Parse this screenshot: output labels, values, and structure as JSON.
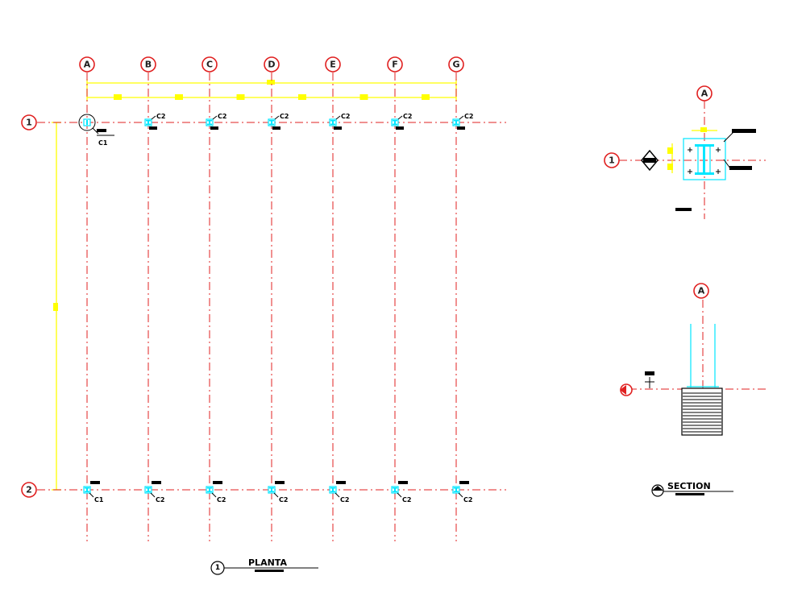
{
  "plan": {
    "grid_columns": [
      "A",
      "B",
      "C",
      "D",
      "E",
      "F",
      "G"
    ],
    "grid_rows": [
      "1",
      "2"
    ],
    "top_row_tags": [
      "C1",
      "C2",
      "C2",
      "C2",
      "C2",
      "C2",
      "C2"
    ],
    "bottom_row_tags": [
      "C1",
      "C2",
      "C2",
      "C2",
      "C2",
      "C2",
      "C2"
    ],
    "title": "PLANTA",
    "title_number": "1"
  },
  "detail": {
    "column_label": "A",
    "row_label": "1"
  },
  "section": {
    "column_label": "A",
    "title": "SECTION"
  },
  "colors": {
    "grid": "#e02020",
    "dimension": "#ffff00",
    "column": "#00e6ff",
    "annotation": "#000000"
  }
}
